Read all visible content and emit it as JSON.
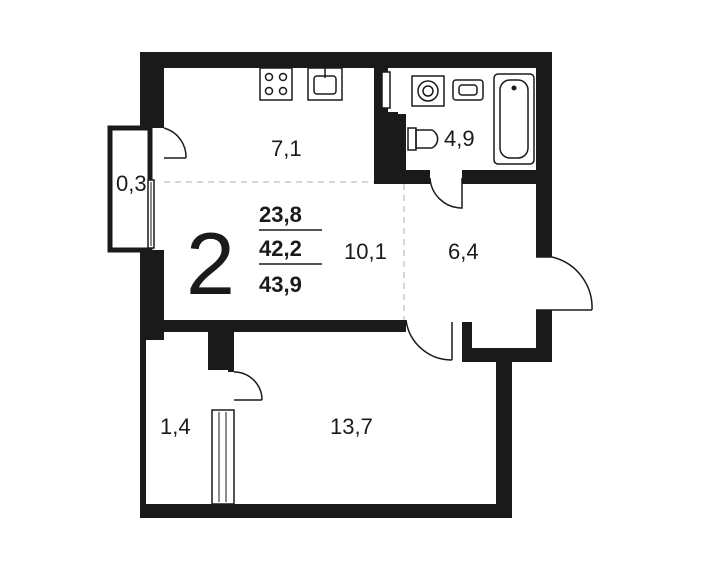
{
  "plan": {
    "room_count": "2",
    "area_living": "23,8",
    "area_total": "42,2",
    "area_with_balcony": "43,9",
    "rooms": {
      "kitchen": "7,1",
      "bathroom": "4,9",
      "living": "10,1",
      "hallway": "6,4",
      "bedroom": "13,7",
      "loggia": "1,4",
      "niche": "0,3"
    }
  },
  "colors": {
    "wall": "#1a1a1a",
    "background": "#ffffff",
    "dashed": "#c8c8c8"
  }
}
